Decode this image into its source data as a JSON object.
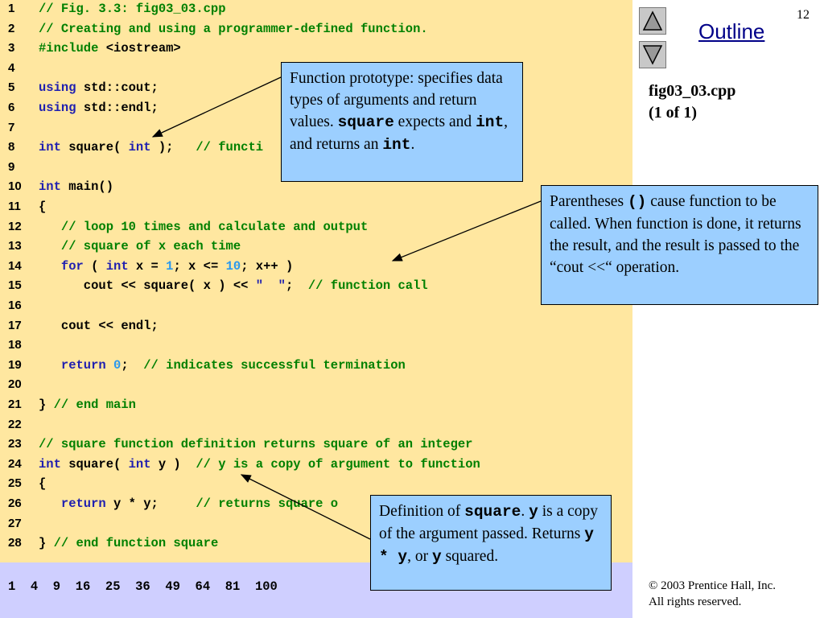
{
  "code": [
    {
      "num": "1",
      "parts": [
        {
          "t": "// Fig. 3.3: fig03_03.cpp",
          "c": "c"
        }
      ]
    },
    {
      "num": "2",
      "parts": [
        {
          "t": "// Creating and using a programmer-defined function.",
          "c": "c"
        }
      ]
    },
    {
      "num": "3",
      "parts": [
        {
          "t": "#include",
          "c": "p"
        },
        {
          "t": " <iostream>",
          "c": ""
        }
      ]
    },
    {
      "num": "4",
      "parts": []
    },
    {
      "num": "5",
      "parts": [
        {
          "t": "using",
          "c": "k"
        },
        {
          "t": " std::cout;",
          "c": ""
        }
      ]
    },
    {
      "num": "6",
      "parts": [
        {
          "t": "using",
          "c": "k"
        },
        {
          "t": " std::endl;",
          "c": ""
        }
      ]
    },
    {
      "num": "7",
      "parts": []
    },
    {
      "num": "8",
      "parts": [
        {
          "t": "int",
          "c": "k"
        },
        {
          "t": " square( ",
          "c": ""
        },
        {
          "t": "int",
          "c": "k"
        },
        {
          "t": " );   ",
          "c": ""
        },
        {
          "t": "// functi",
          "c": "c"
        }
      ]
    },
    {
      "num": "9",
      "parts": []
    },
    {
      "num": "10",
      "parts": [
        {
          "t": "int",
          "c": "k"
        },
        {
          "t": " main()",
          "c": ""
        }
      ]
    },
    {
      "num": "11",
      "parts": [
        {
          "t": "{",
          "c": ""
        }
      ]
    },
    {
      "num": "12",
      "parts": [
        {
          "t": "   // loop 10 times and calculate and output",
          "c": "c"
        }
      ]
    },
    {
      "num": "13",
      "parts": [
        {
          "t": "   // square of x each time",
          "c": "c"
        }
      ]
    },
    {
      "num": "14",
      "parts": [
        {
          "t": "   ",
          "c": ""
        },
        {
          "t": "for",
          "c": "k"
        },
        {
          "t": " ( ",
          "c": ""
        },
        {
          "t": "int",
          "c": "k"
        },
        {
          "t": " x = ",
          "c": ""
        },
        {
          "t": "1",
          "c": "n"
        },
        {
          "t": "; x <= ",
          "c": ""
        },
        {
          "t": "10",
          "c": "n"
        },
        {
          "t": "; x++ )",
          "c": ""
        }
      ]
    },
    {
      "num": "15",
      "parts": [
        {
          "t": "      cout << square( x ) << ",
          "c": ""
        },
        {
          "t": "\"  \"",
          "c": "s"
        },
        {
          "t": ";  ",
          "c": ""
        },
        {
          "t": "// function call",
          "c": "c"
        }
      ]
    },
    {
      "num": "16",
      "parts": []
    },
    {
      "num": "17",
      "parts": [
        {
          "t": "   cout << endl;",
          "c": ""
        }
      ]
    },
    {
      "num": "18",
      "parts": []
    },
    {
      "num": "19",
      "parts": [
        {
          "t": "   ",
          "c": ""
        },
        {
          "t": "return",
          "c": "k"
        },
        {
          "t": " ",
          "c": ""
        },
        {
          "t": "0",
          "c": "n"
        },
        {
          "t": ";  ",
          "c": ""
        },
        {
          "t": "// indicates successful termination",
          "c": "c"
        }
      ]
    },
    {
      "num": "20",
      "parts": []
    },
    {
      "num": "21",
      "parts": [
        {
          "t": "} ",
          "c": ""
        },
        {
          "t": "// end main",
          "c": "c"
        }
      ]
    },
    {
      "num": "22",
      "parts": []
    },
    {
      "num": "23",
      "parts": [
        {
          "t": "// square function definition returns square of an integer",
          "c": "c"
        }
      ]
    },
    {
      "num": "24",
      "parts": [
        {
          "t": "int",
          "c": "k"
        },
        {
          "t": " square( ",
          "c": ""
        },
        {
          "t": "int",
          "c": "k"
        },
        {
          "t": " y )  ",
          "c": ""
        },
        {
          "t": "// y is a copy of argument to function",
          "c": "c"
        }
      ]
    },
    {
      "num": "25",
      "parts": [
        {
          "t": "{",
          "c": ""
        }
      ]
    },
    {
      "num": "26",
      "parts": [
        {
          "t": "   ",
          "c": ""
        },
        {
          "t": "return",
          "c": "k"
        },
        {
          "t": " y * y;     ",
          "c": ""
        },
        {
          "t": "// returns square o",
          "c": "c"
        }
      ]
    },
    {
      "num": "27",
      "parts": []
    },
    {
      "num": "28",
      "parts": [
        {
          "t": "} ",
          "c": ""
        },
        {
          "t": "// end function square",
          "c": "c"
        }
      ]
    }
  ],
  "output": {
    "text": "1  4  9  16  25  36  49  64  81  100"
  },
  "sidebar": {
    "slide_number": "12",
    "outline_label": "Outline",
    "file_name": "fig03_03.cpp",
    "file_part": "(1 of 1)",
    "copyright_line1": "© 2003 Prentice Hall, Inc.",
    "copyright_line2": "All rights reserved.",
    "prev_icon": "triangle-up-icon",
    "next_icon": "triangle-down-icon"
  },
  "callouts": {
    "prototype": [
      {
        "t": "Function prototype: specifies data types of arguments and return values. ",
        "m": false
      },
      {
        "t": "square",
        "m": true
      },
      {
        "t": " expects and ",
        "m": false
      },
      {
        "t": "int",
        "m": true
      },
      {
        "t": ", and returns an ",
        "m": false
      },
      {
        "t": "int",
        "m": true
      },
      {
        "t": ".",
        "m": false
      }
    ],
    "call": [
      {
        "t": "Parentheses ",
        "m": false
      },
      {
        "t": "()",
        "m": true
      },
      {
        "t": " cause function to be called. When function is done, it returns the result, and the result is passed to the “cout <<“ operation.",
        "m": false
      }
    ],
    "definition": [
      {
        "t": "Definition of ",
        "m": false
      },
      {
        "t": "square",
        "m": true
      },
      {
        "t": ". ",
        "m": false
      },
      {
        "t": "y",
        "m": true
      },
      {
        "t": " is a copy of the argument passed. Returns ",
        "m": false
      },
      {
        "t": "y * y",
        "m": true
      },
      {
        "t": ", or ",
        "m": false
      },
      {
        "t": "y",
        "m": true
      },
      {
        "t": " squared.",
        "m": false
      }
    ]
  },
  "colors": {
    "code_background": "#ffe7a0",
    "output_background": "#cfcfff",
    "callout_background": "#9ccfff",
    "comment": "#008000",
    "keyword": "#1f1fb0",
    "number": "#2a98ee"
  }
}
